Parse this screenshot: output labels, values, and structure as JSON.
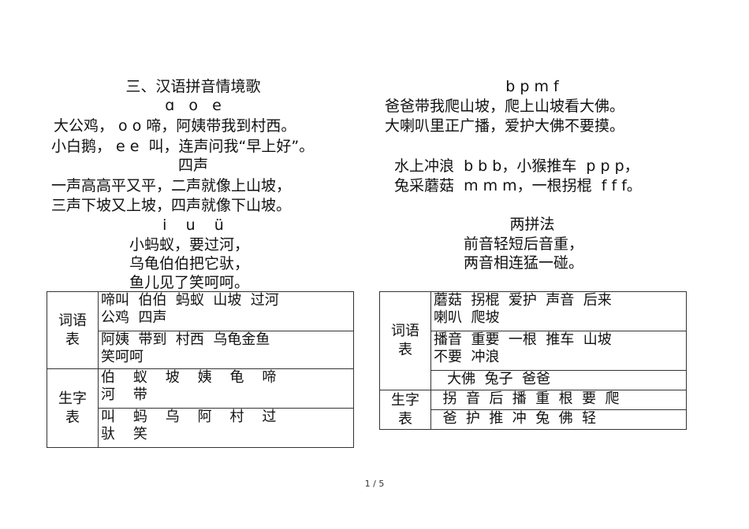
{
  "left": {
    "title": "三、汉语拼音情境歌",
    "aoe": "ɑ   o   e",
    "l1": "大公鸡， o o 啼，阿姨带我到村西。",
    "l2": "小白鹅， e e  叫，连声问我“早上好”。",
    "sisheng": "四声",
    "l3": "一声高高平又平，二声就像上山坡，",
    "l4": "三声下坡又上坡，四声就像下山坡。",
    "iuv": "i    u    ü",
    "l5": "小蚂蚁，要过河，",
    "l6": "乌龟伯伯把它驮，",
    "l7": "鱼儿见了笑呵呵。",
    "table": {
      "ciyu": [
        "词语",
        "表"
      ],
      "shengzi": [
        "生字",
        "表"
      ],
      "r1": [
        "啼叫  伯伯  蚂蚁  山坡  过河",
        "公鸡  四声"
      ],
      "r2": [
        "阿姨  带到  村西  乌龟金鱼",
        "笑呵呵"
      ],
      "r3": [
        "伯    蚁    坡    姨    龟    啼",
        "河    带"
      ],
      "r4": [
        "叫    蚂    乌    阿    村    过",
        "驮    笑"
      ]
    }
  },
  "right": {
    "bpmf": "b p m f",
    "l1": "爸爸带我爬山坡，爬上山坡看大佛。",
    "l2": "大喇叭里正广播，爱护大佛不要摸。",
    "l3": "水上冲浪  b b b，小猴推车  p p p，",
    "l4": "兔采蘑菇  m m m，一根拐棍  f f f。",
    "liangpin": "两拼法",
    "l5": "前音轻短后音重，",
    "l6": "两音相连猛一碰。",
    "table": {
      "ciyu": [
        "词语",
        "表"
      ],
      "shengzi": [
        "生字",
        "表"
      ],
      "r1": [
        "蘑菇  拐棍  爱护  声音  后来",
        "喇叭  爬坡"
      ],
      "r2": [
        "播音  重要  一根  推车  山坡",
        "不要  冲浪"
      ],
      "r3": [
        "   大佛  兔子  爸爸"
      ],
      "r4": [
        "  拐  音  后  播  重  根  要  爬"
      ],
      "r5": [
        "  爸  护  推  冲  兔  佛  轻"
      ]
    }
  },
  "page_number": "1 / 5"
}
